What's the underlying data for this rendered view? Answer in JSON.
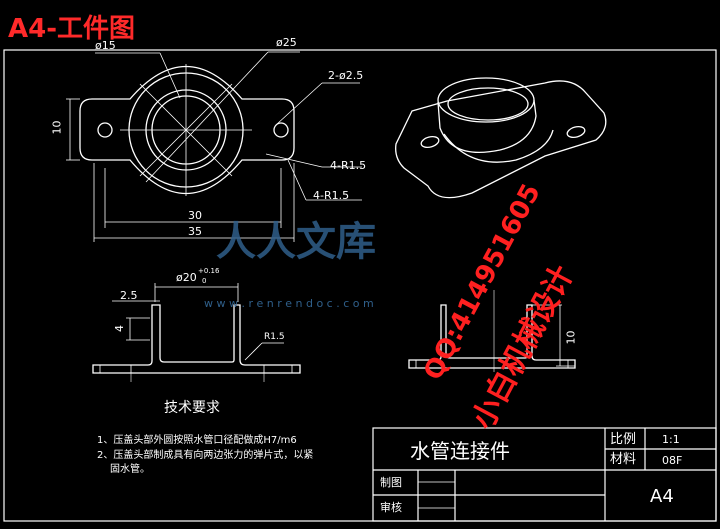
{
  "header": {
    "title": "A4-工件图"
  },
  "top_view": {
    "dims": {
      "d15": "ø15",
      "d25": "ø25",
      "holes": "2-ø2.5",
      "height": "10",
      "r1": "4-R1.5",
      "r2": "4-R1.5",
      "w30": "30",
      "w35": "35"
    }
  },
  "section_view": {
    "dims": {
      "d20": "ø20",
      "tol_upper": "+0.16",
      "tol_lower": "0",
      "t25": "2.5",
      "h4": "4",
      "r15": "R1.5"
    }
  },
  "side_view": {
    "dims": {
      "h10": "10"
    }
  },
  "requirements": {
    "title": "技术要求",
    "notes": [
      "1、压盖头部外圆按照水管口径配做成H7/m6",
      "2、压盖头部制成具有向两边张力的弹片式，以紧",
      "固水管。"
    ]
  },
  "title_block": {
    "part_name": "水管连接件",
    "scale_label": "比例",
    "scale_value": "1:1",
    "material_label": "材料",
    "material_value": "08F",
    "drawn_label": "制图",
    "checked_label": "审核",
    "sheet": "A4"
  },
  "watermarks": {
    "site_logo": "人人文库",
    "site_url": "w w w . r e n r e n d o c . c o m",
    "qq": "QQ:414951605",
    "shop": "小白机械设计"
  },
  "colors": {
    "background": "#000000",
    "lines": "#ffffff",
    "header": "#ff2a2a",
    "watermark_red": "#ff2020",
    "watermark_blue": "#2f5f8a"
  }
}
